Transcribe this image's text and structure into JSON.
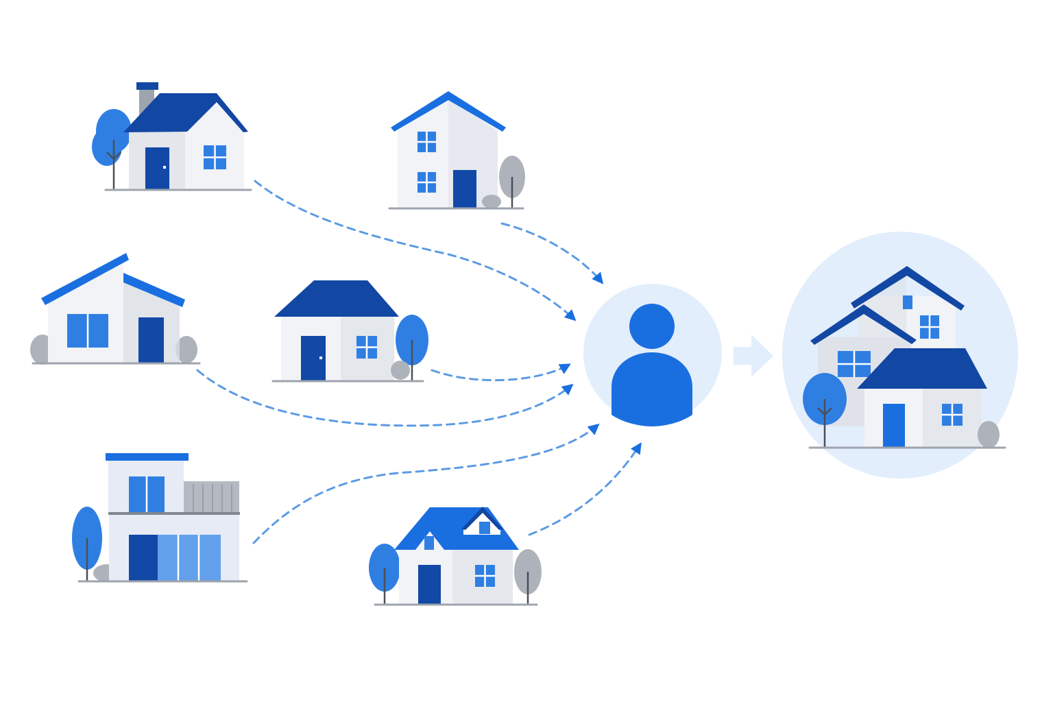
{
  "colors": {
    "primary": "#1a6fe0",
    "roof_dark": "#1247a3",
    "door": "#1248a6",
    "window": "#2f7fe3",
    "arrow": "#5b9be3",
    "halo": "#e2eefb",
    "wall": "#f1f3f7",
    "wall_shade": "#d9dde4",
    "grey": "#aeb3bb"
  },
  "nodes": {
    "sources": [
      {
        "name": "source-house-1",
        "icon": "house-with-chimney-icon"
      },
      {
        "name": "source-house-2",
        "icon": "two-storey-house-icon"
      },
      {
        "name": "source-house-3",
        "icon": "wide-house-icon"
      },
      {
        "name": "source-house-4",
        "icon": "small-house-icon"
      },
      {
        "name": "source-house-5",
        "icon": "modern-flat-roof-house-icon"
      },
      {
        "name": "source-house-6",
        "icon": "house-with-dormer-icon"
      }
    ],
    "center": {
      "icon": "person-icon"
    },
    "result": {
      "icon": "house-cluster-icon"
    }
  },
  "edges": [
    {
      "from": "source-house-1",
      "to": "person"
    },
    {
      "from": "source-house-2",
      "to": "person"
    },
    {
      "from": "source-house-3",
      "to": "person"
    },
    {
      "from": "source-house-4",
      "to": "person"
    },
    {
      "from": "source-house-5",
      "to": "person"
    },
    {
      "from": "source-house-6",
      "to": "person"
    },
    {
      "from": "person",
      "to": "house-cluster"
    }
  ]
}
